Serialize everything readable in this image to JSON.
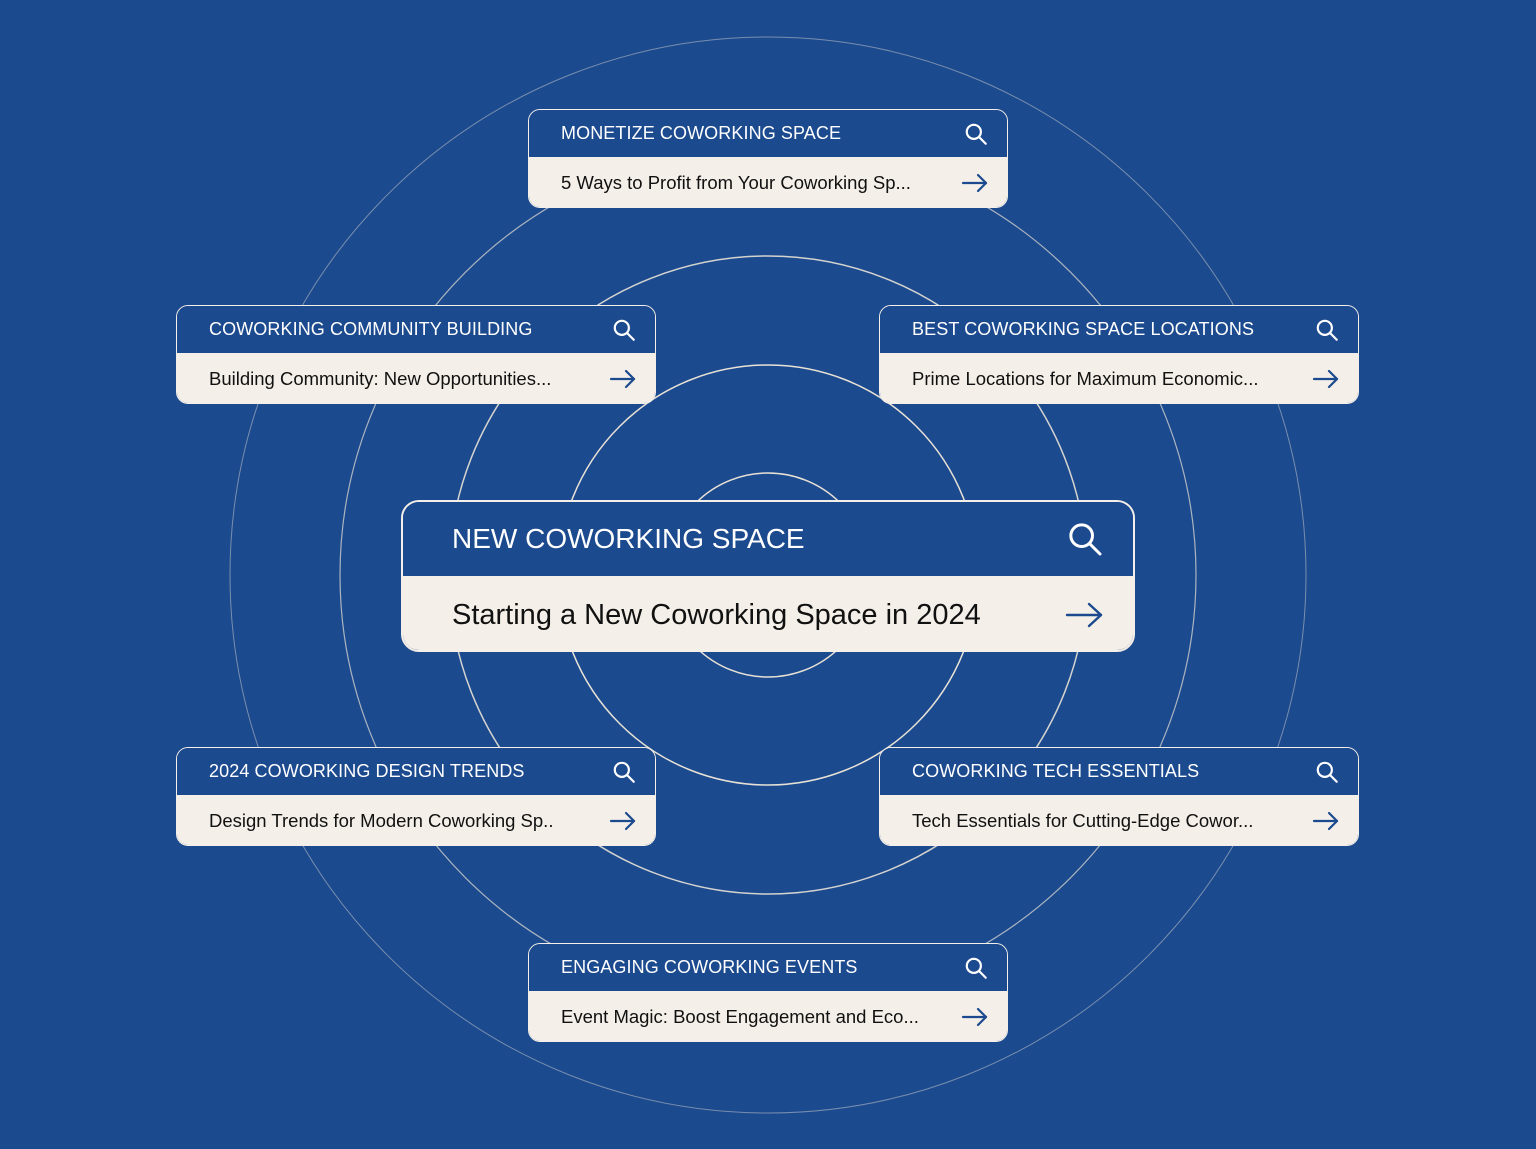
{
  "colors": {
    "background": "#1c4a8e",
    "card_body": "#f4efe8",
    "ring": "#e8e2d6",
    "arrow": "#1c4a8e"
  },
  "center": {
    "title": "NEW COWORKING SPACE",
    "subtitle": "Starting a New Coworking Space in 2024",
    "search_icon": "search-icon",
    "arrow_icon": "arrow-right-icon"
  },
  "topics": [
    {
      "title": "MONETIZE COWORKING SPACE",
      "subtitle": "5 Ways to Profit from Your Coworking Sp..."
    },
    {
      "title": "COWORKING COMMUNITY BUILDING",
      "subtitle": "Building Community: New Opportunities..."
    },
    {
      "title": "BEST COWORKING SPACE LOCATIONS",
      "subtitle": "Prime Locations for Maximum Economic..."
    },
    {
      "title": "2024 COWORKING DESIGN TRENDS",
      "subtitle": "Design Trends for Modern Coworking Sp.."
    },
    {
      "title": "COWORKING TECH ESSENTIALS",
      "subtitle": "Tech Essentials for Cutting-Edge Cowor..."
    },
    {
      "title": "ENGAGING COWORKING EVENTS",
      "subtitle": "Event Magic: Boost Engagement and Eco..."
    }
  ]
}
